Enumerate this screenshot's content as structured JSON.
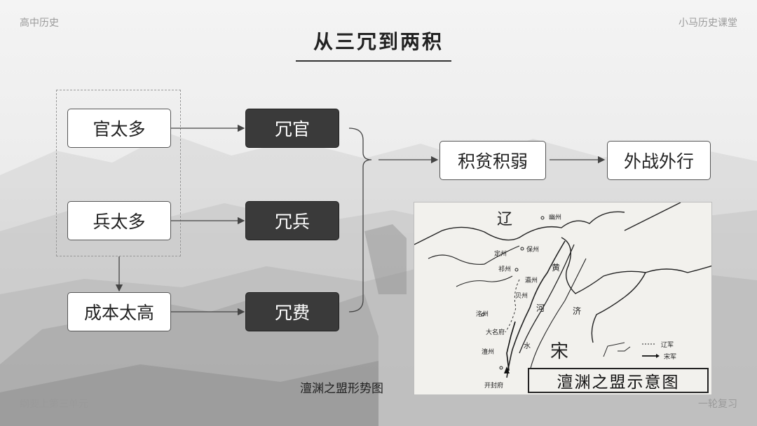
{
  "header": {
    "left": "高中历史",
    "right": "小马历史课堂"
  },
  "footer": {
    "left": "纲要上第三单元",
    "right": "一轮复习"
  },
  "title": "从三冗到两积",
  "causes": [
    "官太多",
    "兵太多",
    "成本太高"
  ],
  "results": [
    "冗官",
    "冗兵",
    "冗费"
  ],
  "outcome1": "积贫积弱",
  "outcome2": "外战外行",
  "caption": "澶渊之盟形势图",
  "map": {
    "title": "澶渊之盟示意图",
    "regions": {
      "liao": "辽",
      "song": "宋"
    },
    "places": {
      "youzhou": "幽州",
      "dingzhou": "定州",
      "baozhou": "保州",
      "qizhou": "祁州",
      "yingzhou": "瀛州",
      "beizhou": "贝州",
      "mingzhou": "洺州",
      "daming": "大名府",
      "chanzhou": "澶州",
      "kaifeng": "开封府"
    },
    "rivers": {
      "huang": "黄",
      "he": "河",
      "ji": "济",
      "shui": "水"
    },
    "legend": {
      "liao_army": "辽军",
      "song_army": "宋军"
    }
  },
  "colors": {
    "dark_box": "#3a3a3a",
    "line": "#444444"
  }
}
